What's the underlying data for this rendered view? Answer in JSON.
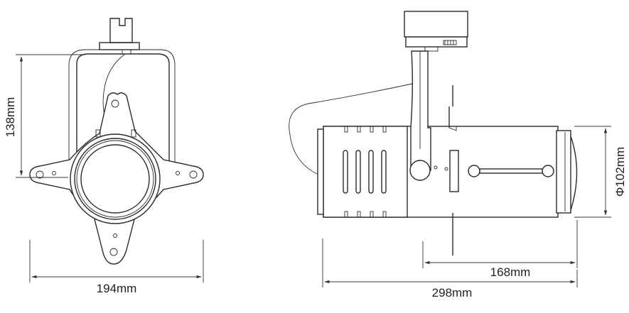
{
  "front_view": {
    "height_label": "138mm",
    "width_label": "194mm"
  },
  "side_view": {
    "diameter_label": "Φ102mm",
    "head_length_label": "168mm",
    "overall_length_label": "298mm"
  }
}
